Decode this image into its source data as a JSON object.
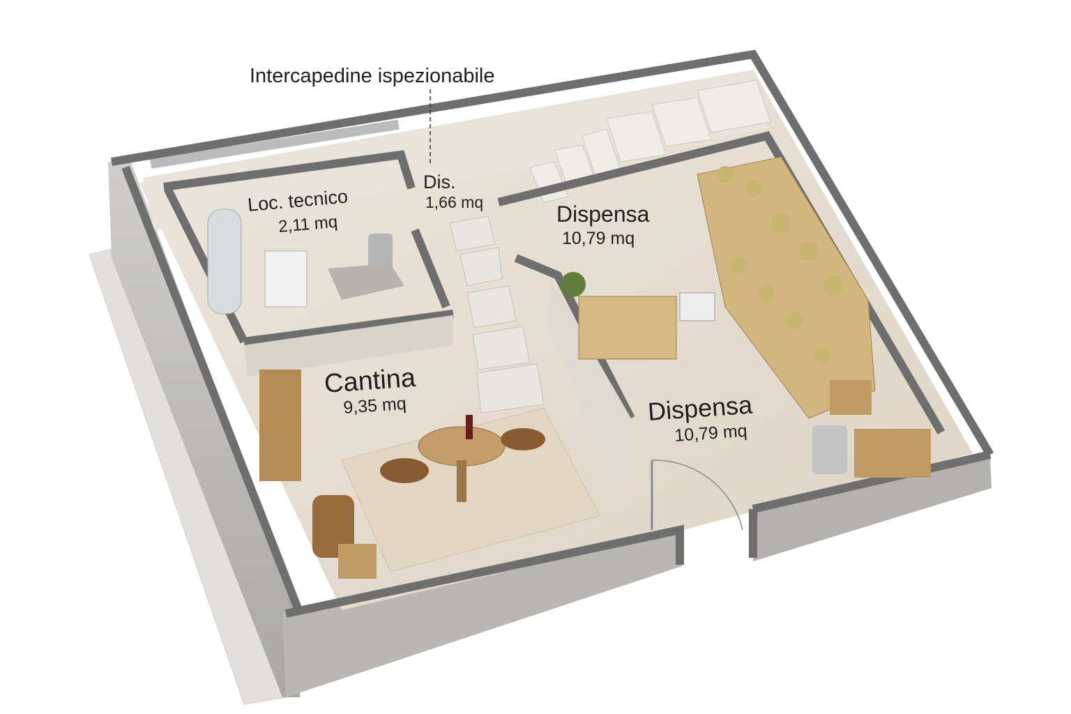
{
  "title": "Intercapedine ispezionabile",
  "rooms": {
    "loc_tecnico": {
      "name": "Loc. tecnico",
      "area": "2,11 mq"
    },
    "dis": {
      "name": "Dis.",
      "area": "1,66 mq"
    },
    "dispensa_top": {
      "name": "Dispensa",
      "area": "10,79 mq"
    },
    "cantina": {
      "name": "Cantina",
      "area": "9,35 mq"
    },
    "dispensa_bottom": {
      "name": "Dispensa",
      "area": "10,79 mq"
    }
  },
  "colors": {
    "wall_top": "#6e6e6e",
    "wall_side": "#bdbdbb",
    "floor": "#e4ddd0",
    "wood": "#c9a56b"
  }
}
